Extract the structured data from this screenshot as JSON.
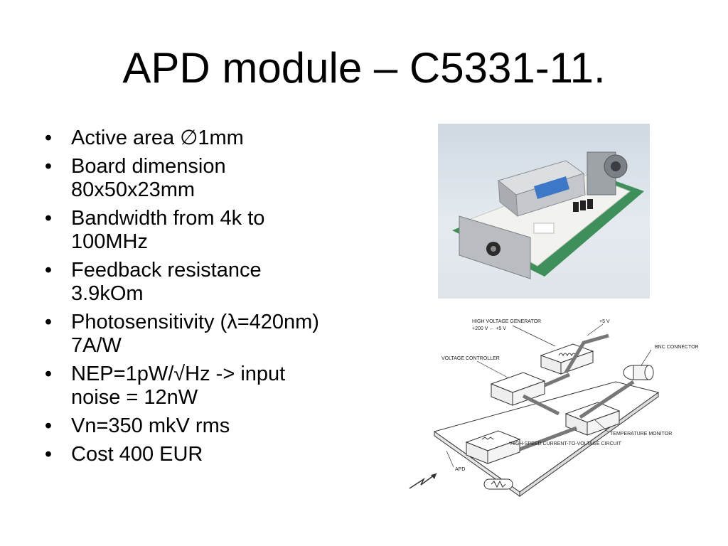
{
  "title": "APD module – C5331-11.",
  "bullets": [
    {
      "marker": "•",
      "text": "Active area ∅1mm"
    },
    {
      "marker": "•",
      "text": "Board dimension 80x50x23mm"
    },
    {
      "marker": "•",
      "text": "Bandwidth from 4k to 100MHz"
    },
    {
      "marker": "•",
      "text": "Feedback resistance 3.9kOm"
    },
    {
      "marker": "•",
      "text": "Photosensitivity (λ=420nm) 7A/W"
    },
    {
      "marker": "•",
      "text": "NEP=1pW/√Hz -> input noise = 12nW"
    },
    {
      "marker": "•",
      "text": " Vn=350 mkV rms"
    },
    {
      "marker": "•",
      "text": "Cost 400 EUR"
    }
  ],
  "diagram": {
    "labels": {
      "hv_generator": "HIGH VOLTAGE GENERATOR",
      "hv_range": "+200 V ← +5 V",
      "plus5v": "+5 V",
      "bnc": "BNC CONNECTOR",
      "voltage_controller": "VOLTAGE CONTROLLER",
      "temperature_monitor": "TEMPERATURE MONITOR",
      "hs_circuit": "HIGH-SPEED CURRENT-TO-VOLTAGE CIRCUIT",
      "apd": "APD"
    }
  },
  "colors": {
    "pcb_green": "#3f8f5a",
    "module_blue": "#3d78c8",
    "photo_bg": "#dbe3ea"
  }
}
